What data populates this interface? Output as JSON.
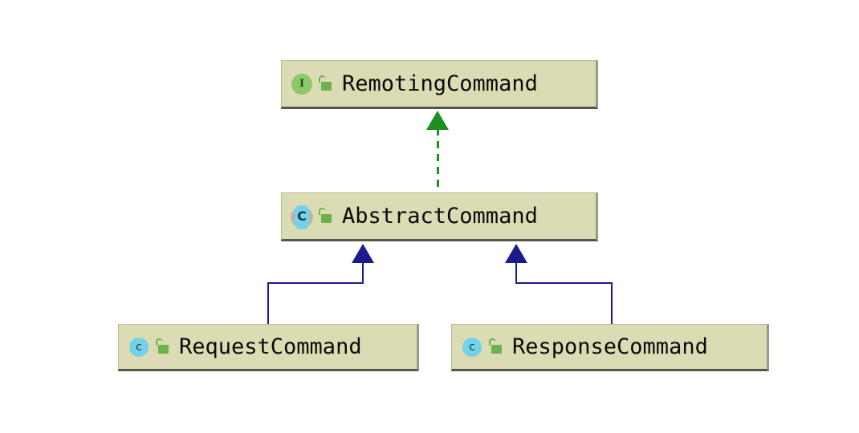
{
  "diagram": {
    "kind": "uml-class-diagram",
    "background": "#ffffff",
    "node_fill": "#dcdcb4",
    "node_border": "#b9b994",
    "node_shadow": "#55554a",
    "generalization_color": "#1b1b8f",
    "realization_color": "#1f8f1f",
    "nodes": [
      {
        "id": "remoting-command",
        "label": "RemotingCommand",
        "stereotype": "interface",
        "type_icon": "interface-icon",
        "visibility_icon": "open-padlock-icon",
        "visibility": "public"
      },
      {
        "id": "abstract-command",
        "label": "AbstractCommand",
        "stereotype": "abstract-class",
        "type_icon": "abstract-class-icon",
        "visibility_icon": "open-padlock-icon",
        "visibility": "public"
      },
      {
        "id": "request-command",
        "label": "RequestCommand",
        "stereotype": "class",
        "type_icon": "class-icon",
        "visibility_icon": "open-padlock-icon",
        "visibility": "public"
      },
      {
        "id": "response-command",
        "label": "ResponseCommand",
        "stereotype": "class",
        "type_icon": "class-icon",
        "visibility_icon": "open-padlock-icon",
        "visibility": "public"
      }
    ],
    "edges": [
      {
        "id": "edge-realization",
        "from": "abstract-command",
        "to": "remoting-command",
        "relation": "realization",
        "line_style": "dashed",
        "arrow": "hollow-triangle-filled-green",
        "color": "#1f8f1f"
      },
      {
        "id": "edge-generalization-request",
        "from": "request-command",
        "to": "abstract-command",
        "relation": "generalization",
        "line_style": "solid",
        "arrow": "filled-triangle",
        "color": "#1b1b8f"
      },
      {
        "id": "edge-generalization-response",
        "from": "response-command",
        "to": "abstract-command",
        "relation": "generalization",
        "line_style": "solid",
        "arrow": "filled-triangle",
        "color": "#1b1b8f"
      }
    ]
  }
}
